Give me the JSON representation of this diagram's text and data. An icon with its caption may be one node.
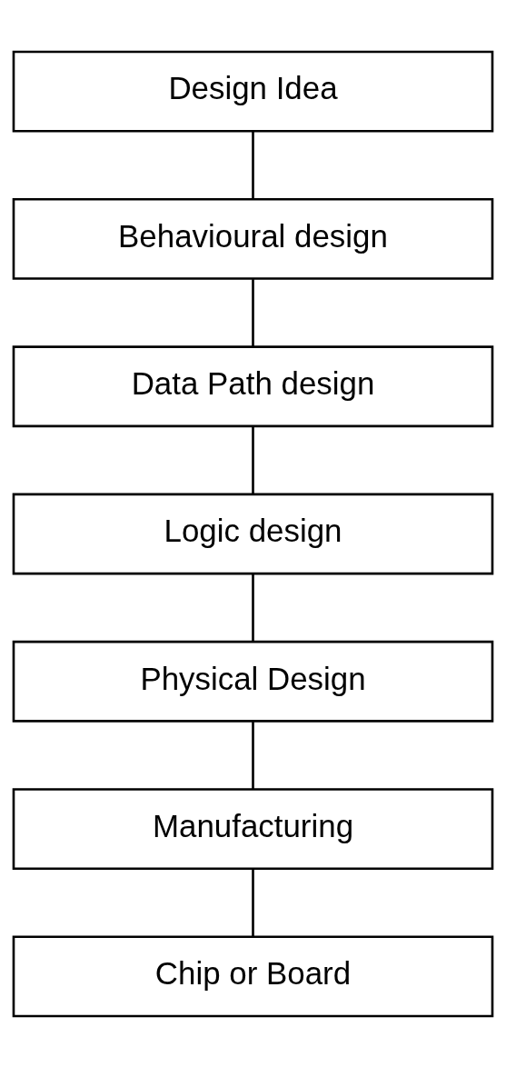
{
  "diagram": {
    "nodes": [
      {
        "text": [
          "Design Idea"
        ]
      },
      {
        "text": [
          "Behavioural design"
        ]
      },
      {
        "text": [
          "Data Path design"
        ]
      },
      {
        "text": [
          "Logic design"
        ]
      },
      {
        "text": [
          "Physical Design"
        ]
      },
      {
        "text": [
          "Manufacturing"
        ]
      },
      {
        "text": [
          "Chip or Board"
        ]
      }
    ],
    "edges": [
      {
        "from": 0,
        "to": 1,
        "arrow": "none"
      },
      {
        "from": 1,
        "to": 2,
        "arrow": "none"
      },
      {
        "from": 2,
        "to": 3,
        "arrow": "none"
      },
      {
        "from": 3,
        "to": 4,
        "arrow": "none"
      },
      {
        "from": 4,
        "to": 5,
        "arrow": "none"
      },
      {
        "from": 5,
        "to": 6,
        "arrow": "none"
      }
    ]
  }
}
